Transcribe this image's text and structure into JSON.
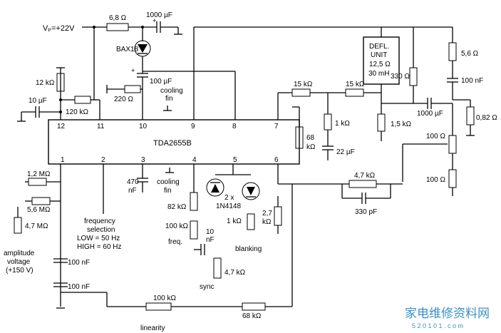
{
  "ic": {
    "name": "TDA2655B",
    "top_pins": [
      "12",
      "11",
      "10",
      "9",
      "8",
      "7"
    ],
    "bottom_pins": [
      "1",
      "2",
      "3",
      "4",
      "5",
      "6"
    ]
  },
  "supply": "Vₚ=+22V",
  "labels": {
    "r_6_8": "6,8 Ω",
    "c_1000_top": "1000 µF",
    "bax18": "BAX18",
    "r_12k": "12 kΩ",
    "c_10u": "10 µF",
    "r_120k": "120 kΩ",
    "r_220": "220 Ω",
    "c_100u": "100 µF",
    "cooling_fin_top_1": "cooling",
    "cooling_fin_top_2": "fin",
    "defl_1": "DEFL.",
    "defl_2": "UNIT",
    "defl_3": "12,5 Ω",
    "defl_4": "30 mH",
    "r_5_6": "5,6 Ω",
    "c_100n_right": "100 nF",
    "r_330": "330 Ω",
    "c_1000_right": "1000 µF",
    "r_0_82": "0,82 Ω",
    "r_15k_a": "15 kΩ",
    "r_15k_b": "15 kΩ",
    "r_1k_mid": "1 kΩ",
    "r_1_5k": "1,5 kΩ",
    "c_22u": "22 µF",
    "r_68k_1": "68",
    "r_68k_2": "kΩ",
    "pot_100_a": "100 Ω",
    "r_100_b": "100 Ω",
    "r_1_2m": "1,2 MΩ",
    "r_5_6m": "5,6 MΩ",
    "r_4_7m": "4,7 MΩ",
    "amp_1": "amplitude",
    "amp_2": "voltage",
    "amp_3": "(+150 V)",
    "freqsel_1": "frequency",
    "freqsel_2": "selection",
    "freqsel_3": "LOW   = 50 Hz",
    "freqsel_4": "HIGH  = 60 Hz",
    "c_470n_1": "470",
    "c_470n_2": "nF",
    "cooling_fin_bot_1": "cooling",
    "cooling_fin_bot_2": "fin",
    "r_82k": "82 kΩ",
    "pot_100k_freq": "100 kΩ",
    "freq": "freq.",
    "c_10n_1": "10",
    "c_10n_2": "nF",
    "diodes_1": "2 x",
    "diodes_2": "1N4148",
    "r_1k_blank": "1 kΩ",
    "blanking": "blanking",
    "r_2_7k_1": "2,7",
    "r_2_7k_2": "kΩ",
    "r_4_7k_fb": "4,7 kΩ",
    "c_330p": "330 pF",
    "r_4_7k_sync": "4,7 kΩ",
    "sync": "sync",
    "c_100n_a": "100 nF",
    "c_100n_b": "100 nF",
    "pot_100k_lin": "100 kΩ",
    "linearity": "linearity",
    "r_68k_bottom": "68 kΩ"
  },
  "watermark": {
    "cn": "家电维修资料网",
    "url": "5 2 0 1 0 1 . c o m"
  }
}
